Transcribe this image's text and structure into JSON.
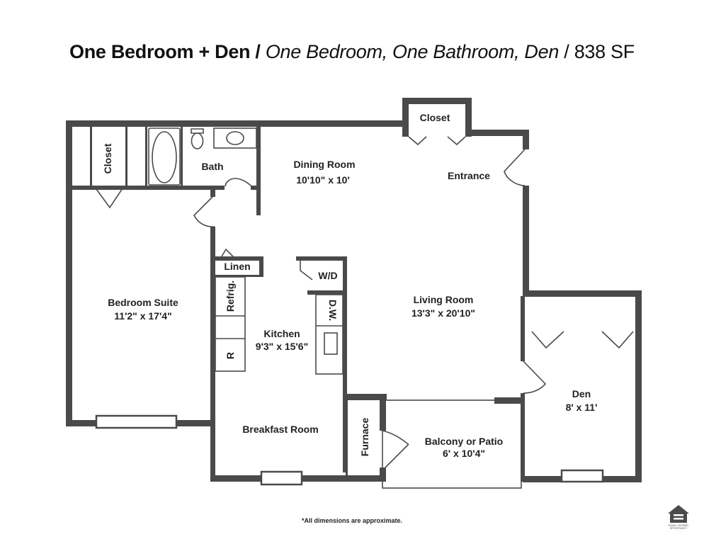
{
  "header": {
    "plan_name": "One Bedroom + Den",
    "separator": " / ",
    "description": "One Bedroom, One Bathroom, Den",
    "area": "838 SF"
  },
  "rooms": {
    "closet_top": "Closet",
    "closet_bedroom": "Closet",
    "bath": "Bath",
    "dining_name": "Dining Room",
    "dining_size": "10'10\" x 10'",
    "entrance": "Entrance",
    "linen": "Linen",
    "wd": "W/D",
    "bedroom_name": "Bedroom Suite",
    "bedroom_size": "11'2\" x 17'4\"",
    "refrig": "Refrig.",
    "dw": "D.W.",
    "range": "R",
    "kitchen_name": "Kitchen",
    "kitchen_size": "9'3\" x 15'6\"",
    "living_name": "Living Room",
    "living_size": "13'3\" x 20'10\"",
    "den_name": "Den",
    "den_size": "8' x 11'",
    "breakfast": "Breakfast Room",
    "furnace": "Furnace",
    "balcony_name": "Balcony or Patio",
    "balcony_size": "6' x 10'4\""
  },
  "footer": {
    "note": "*All dimensions are approximate.",
    "eho_text_1": "EQUAL HOUSING",
    "eho_text_2": "OPPORTUNITY"
  },
  "colors": {
    "wall": "#4a4a4a",
    "text": "#222222"
  },
  "icons": [
    "equal-housing-icon",
    "bathtub-icon",
    "toilet-icon",
    "sink-icon"
  ]
}
